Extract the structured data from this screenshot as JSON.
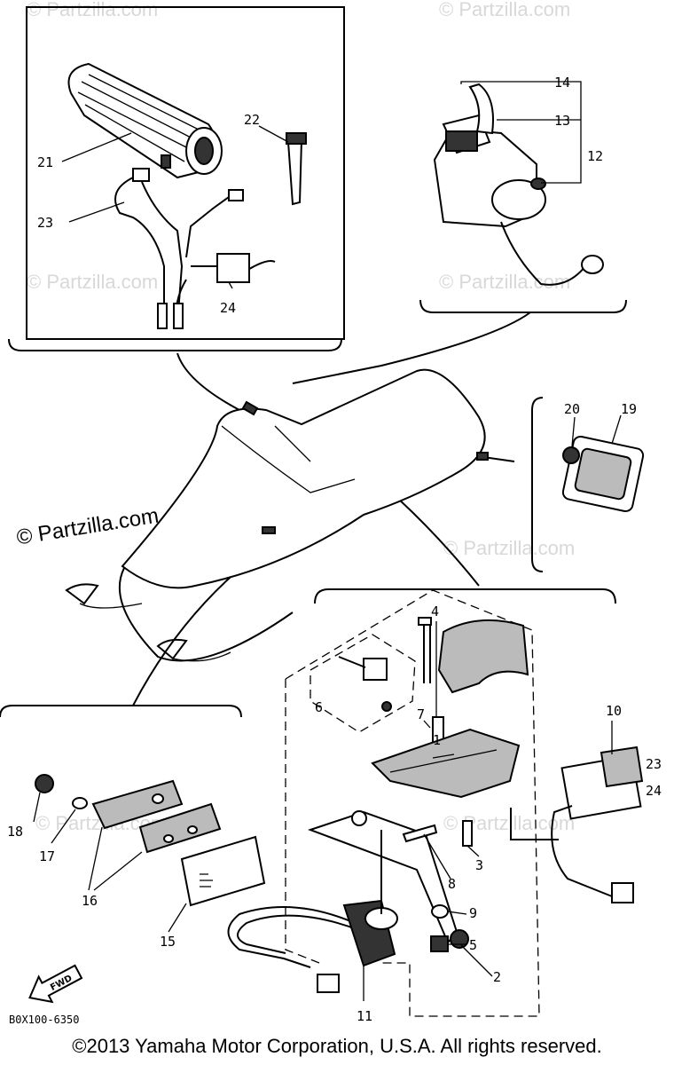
{
  "watermarks": {
    "main": "© Partzilla.com",
    "faint": "© Partzilla.com"
  },
  "callouts": [
    "1",
    "2",
    "3",
    "4",
    "5",
    "6",
    "7",
    "8",
    "9",
    "10",
    "11",
    "12",
    "13",
    "14",
    "15",
    "16",
    "17",
    "18",
    "19",
    "20",
    "21",
    "22",
    "23",
    "24"
  ],
  "labels": {
    "c21": "21",
    "c22": "22",
    "c23a": "23",
    "c24a": "24",
    "c14": "14",
    "c13": "13",
    "c12": "12",
    "c20": "20",
    "c19": "19",
    "c4": "4",
    "c6": "6",
    "c7": "7",
    "c1": "1",
    "c10": "10",
    "c23b": "23",
    "c24b": "24",
    "c3": "3",
    "c8": "8",
    "c18": "18",
    "c17": "17",
    "c16": "16",
    "c15": "15",
    "c2": "2",
    "c9": "9",
    "c5": "5",
    "c11": "11"
  },
  "fwd_label": "FWD",
  "part_number": "B0X100-6350",
  "copyright": "©2013 Yamaha Motor Corporation, U.S.A. All rights reserved."
}
